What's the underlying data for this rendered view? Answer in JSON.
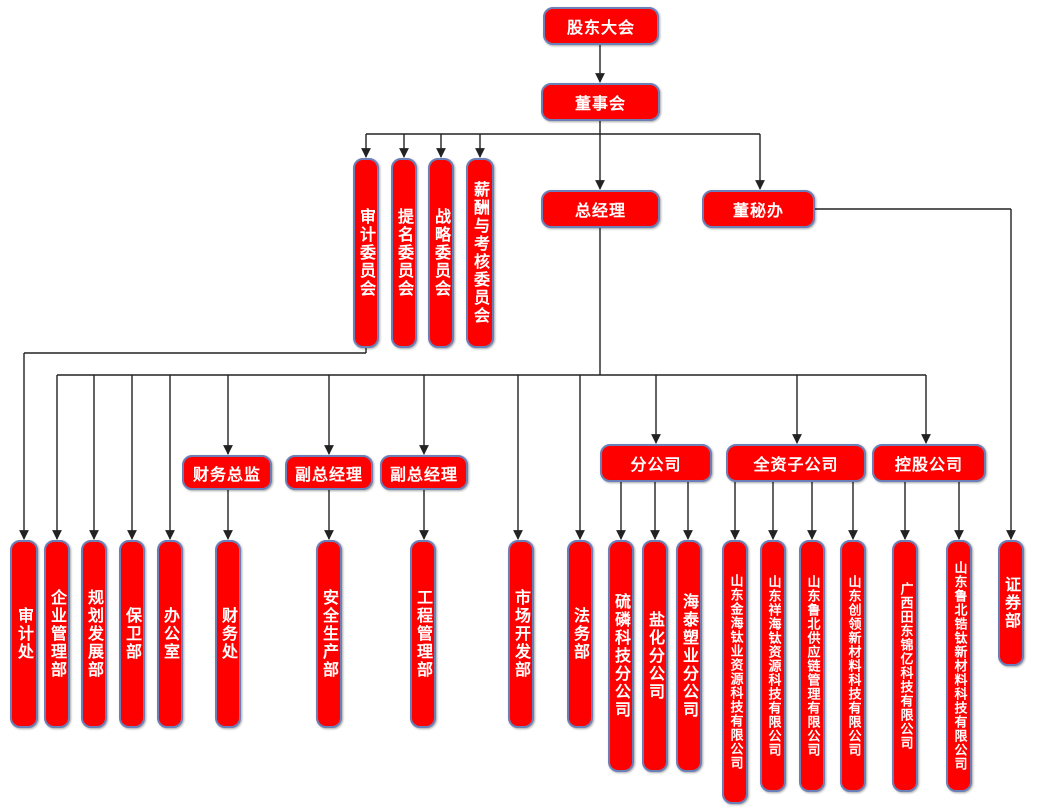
{
  "org": {
    "shareholders": "股东大会",
    "board": "董事会",
    "committees": [
      "审计委员会",
      "提名委员会",
      "战略委员会",
      "薪酬与考核委员会"
    ],
    "ceo": "总经理",
    "board_secretary_office": "董秘办",
    "cfo": "财务总监",
    "vp1": "副总经理",
    "vp2": "副总经理",
    "branch": "分公司",
    "wholly_owned": "全资子公司",
    "holding": "控股公司",
    "departments": {
      "audit": "审计处",
      "enterprise_mgmt": "企业管理部",
      "planning": "规划发展部",
      "security": "保卫部",
      "office": "办公室",
      "finance": "财务处",
      "safety": "安全生产部",
      "engineering": "工程管理部",
      "market": "市场开发部",
      "legal": "法务部",
      "securities": "证券部"
    },
    "branches": [
      "硫磷科技分公司",
      "盐化分公司",
      "海泰塑业分公司"
    ],
    "subsidiaries": [
      "山东金海钛业资源科技有限公司",
      "山东祥海钛资源科技有限公司",
      "山东鲁北供应链管理有限公司",
      "山东创领新材料科技有限公司"
    ],
    "holdings": [
      "广西田东锦亿科技有限公司",
      "山东鲁北锆钛新材料科技有限公司"
    ]
  },
  "colors": {
    "box_fill": "#ff0000",
    "box_border": "#6b7fb8",
    "text": "#ffffff",
    "line": "#222222"
  }
}
